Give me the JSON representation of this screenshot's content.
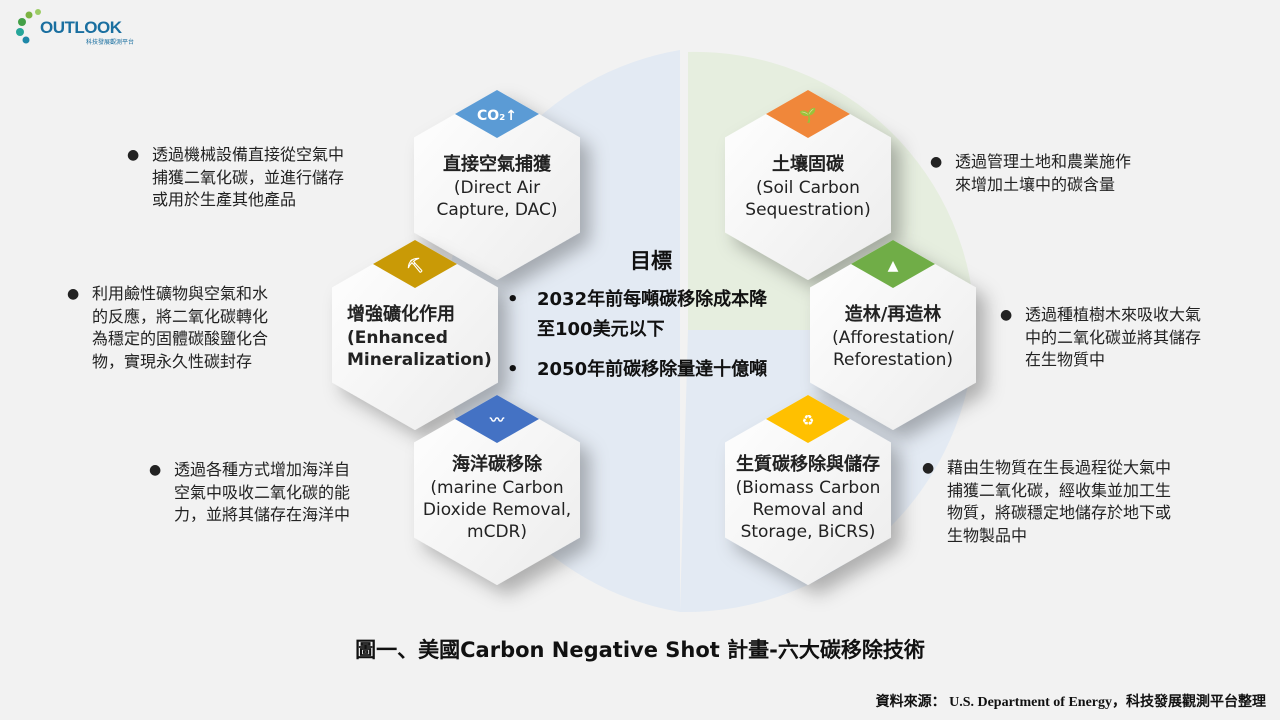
{
  "logo": {
    "text": "OUTLOOK",
    "subtitle": "科技發展觀測平台"
  },
  "goal": {
    "title": "目標",
    "items": [
      {
        "lines": [
          "2032年前每噸碳移除成本降",
          "至100美元以下"
        ]
      },
      {
        "lines": [
          "2050年前碳移除量達十億噸"
        ]
      }
    ]
  },
  "technologies": [
    {
      "title": "直接空氣捕獲",
      "en": [
        "(Direct Air",
        "Capture, DAC)"
      ],
      "icon": "co2-up-icon",
      "color": "#5b9bd5",
      "desc": [
        "透過機械設備直接從空氣中",
        "捕獲二氧化碳，並進行儲存",
        "或用於生產其他產品"
      ]
    },
    {
      "title": "土壤固碳",
      "en": [
        "(Soil Carbon",
        "Sequestration)"
      ],
      "icon": "sprout-soil-icon",
      "color": "#f0873a",
      "desc": [
        "透過管理土地和農業施作",
        "來增加土壤中的碳含量"
      ]
    },
    {
      "title": "增強礦化作用",
      "en": [
        "(Enhanced",
        "Mineralization)"
      ],
      "icon": "shovel-icon",
      "color": "#c99a06",
      "desc": [
        "利用鹼性礦物與空氣和水",
        "的反應，將二氧化碳轉化",
        "為穩定的固體碳酸鹽化合",
        "物，實現永久性碳封存"
      ]
    },
    {
      "title": "造林/再造林",
      "en": [
        "(Afforestation/",
        "Reforestation)"
      ],
      "icon": "tree-icon",
      "color": "#70ad47",
      "desc": [
        "透過種植樹木來吸收大氣",
        "中的二氧化碳並將其儲存",
        "在生物質中"
      ]
    },
    {
      "title": "海洋碳移除",
      "en": [
        "(marine Carbon",
        "Dioxide Removal,",
        "mCDR)"
      ],
      "icon": "wave-icon",
      "color": "#4472c4",
      "desc": [
        "透過各種方式增加海洋自",
        "空氣中吸收二氧化碳的能",
        "力，並將其儲存在海洋中"
      ]
    },
    {
      "title": "生質碳移除與儲存",
      "en": [
        "(Biomass Carbon",
        "Removal and",
        "Storage, BiCRS)"
      ],
      "icon": "recycle-icon",
      "color": "#ffc000",
      "desc": [
        "藉由生物質在生長過程從大氣中",
        "捕獲二氧化碳，經收集並加工生",
        "物質，將碳穩定地儲存於地下或",
        "生物製品中"
      ]
    }
  ],
  "caption": "圖一、美國Carbon Negative Shot 計畫-六大碳移除技術",
  "source": "資料來源： U.S. Department of Energy，科技發展觀測平台整理",
  "colors": {
    "left_bg": "#e3eaf3",
    "right_bg": "#e6eedf"
  }
}
